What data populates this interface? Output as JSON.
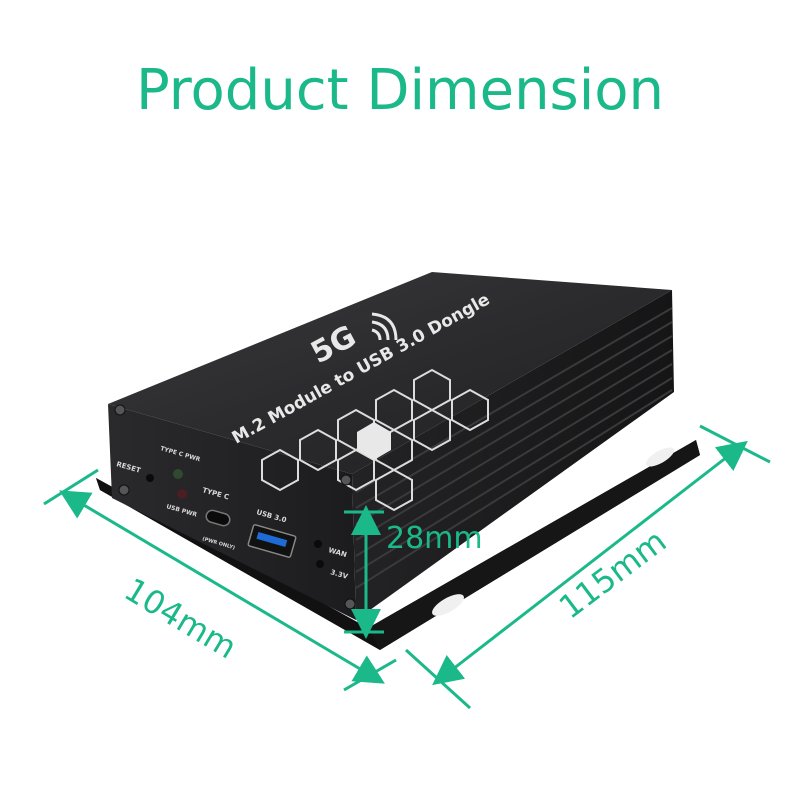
{
  "title": "Product Dimension",
  "colors": {
    "accent": "#1bb98a",
    "device": "#2a2a2c"
  },
  "device": {
    "brand_mark": "5G",
    "product_name_line1": "M.2 Module to USB 3.0 Dongle",
    "ports": {
      "reset": "RESET",
      "type_c_pwr": "TYPE C PWR",
      "usb_pwr": "USB PWR",
      "type_c": "TYPE C",
      "type_c_note": "(PWR ONLY)",
      "usb3": "USB 3.0",
      "wan": "WAN",
      "v33": "3.3V"
    }
  },
  "dimensions": {
    "height": "28mm",
    "width": "104mm",
    "length": "115mm"
  }
}
